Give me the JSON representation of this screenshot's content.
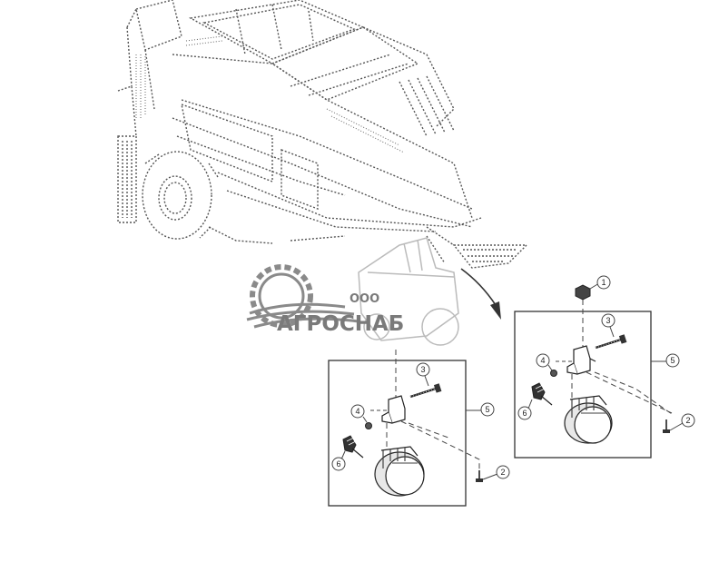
{
  "watermark": {
    "prefix": "ООО",
    "name": "АГРОСНАБ"
  },
  "callouts": {
    "right_panel": [
      "1",
      "3",
      "4",
      "5",
      "6",
      "2"
    ],
    "left_panel": [
      "3",
      "4",
      "5",
      "6",
      "2"
    ]
  },
  "colors": {
    "line": "#333333",
    "watermark": "#8a8a8a"
  }
}
